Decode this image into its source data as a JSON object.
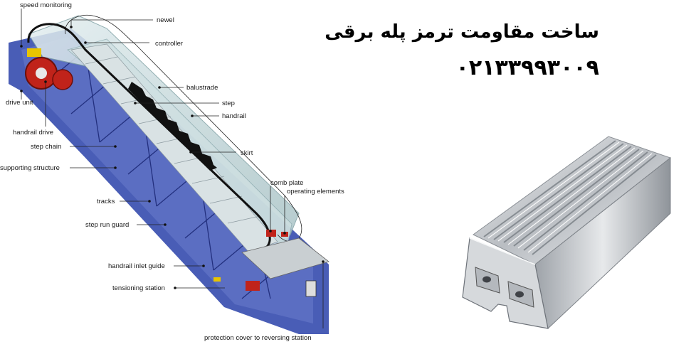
{
  "title": {
    "line1": "ساخت مقاومت ترمز پله برقی",
    "line2": "۰۲۱۳۳۹۹۳۰۰۹"
  },
  "diagram": {
    "labels": {
      "speed_monitoring": "speed monitoring",
      "newel": "newel",
      "controller": "controller",
      "balustrade": "balustrade",
      "step": "step",
      "handrail": "handrail",
      "drive_unit": "drive unit",
      "handrail_drive": "handrail drive",
      "step_chain": "step chain",
      "skirt": "skirt",
      "supporting_structure": "supporting structure",
      "comb_plate": "comb plate",
      "operating_elements": "operating elements",
      "tracks": "tracks",
      "step_run_guard": "step run guard",
      "handrail_inlet_guide": "handrail inlet guide",
      "tensioning_station": "tensioning station",
      "protection_cover": "protection cover to reversing station"
    }
  },
  "colors": {
    "truss_blue": "#3a4fb0",
    "drive_red": "#c0231a",
    "glass": "#bfd6d8",
    "handrail": "#111111",
    "aluminum": "#c9ccd0"
  }
}
